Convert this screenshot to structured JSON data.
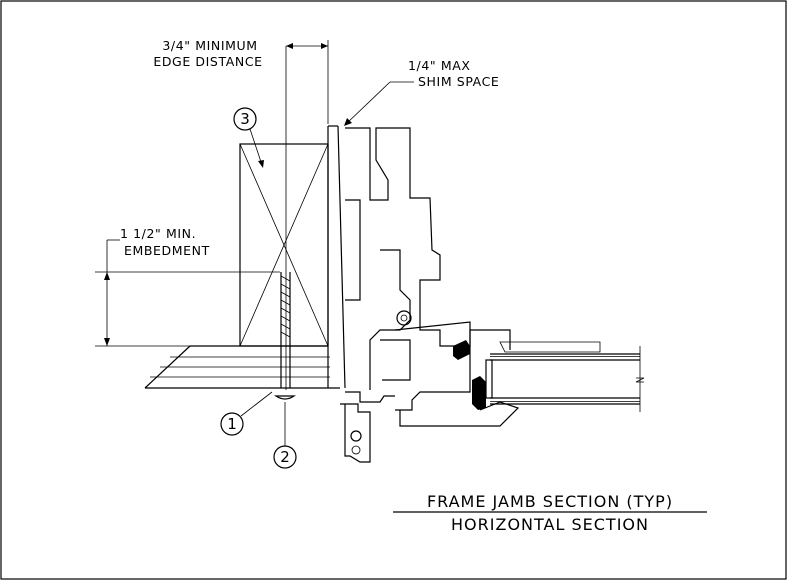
{
  "notes": {
    "edge_distance_line1": "3/4\" MINIMUM",
    "edge_distance_line2": "EDGE DISTANCE",
    "shim_line1": "1/4\" MAX",
    "shim_line2": "SHIM SPACE",
    "embedment_line1": "1 1/2\" MIN.",
    "embedment_line2": "EMBEDMENT"
  },
  "callouts": {
    "c1": "1",
    "c2": "2",
    "c3": "3"
  },
  "titles": {
    "main": "FRAME JAMB SECTION (TYP)",
    "sub": "HORIZONTAL SECTION"
  }
}
